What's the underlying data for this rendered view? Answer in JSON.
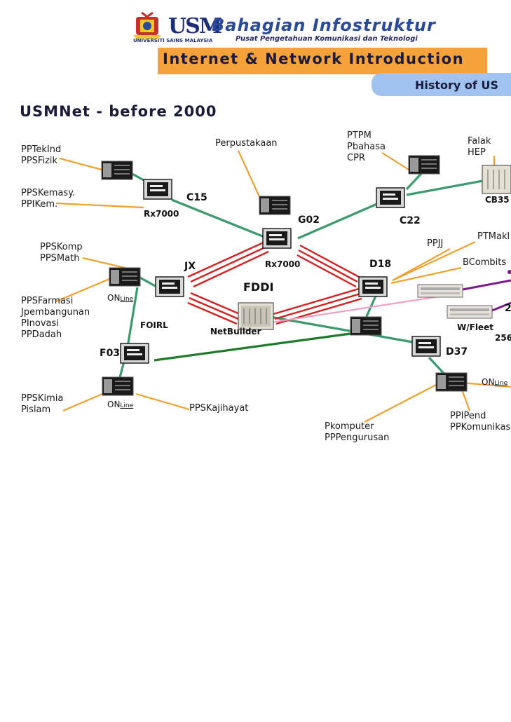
{
  "header": {
    "logo_usm": "USM",
    "logo_university": "UNIVERSITI SAINS MALAYSIA",
    "logo_bahagian": "Bahagian Infostruktur",
    "logo_pusat": "Pusat Pengetahuan Komunikasi dan Teknologi",
    "banner_title": "Internet & Network Introduction",
    "banner_subtitle": "History of US"
  },
  "slide": {
    "title": "USMNet - before 2000"
  },
  "colors": {
    "backbone_fddi": "#d42020",
    "link_green": "#3a9a6e",
    "link_dark_green": "#1f7a2a",
    "dept_line": "#f0a030",
    "link_pink": "#f0a0c8",
    "link_purple": "#7a1a8a",
    "banner_orange": "#f5a23a",
    "banner_blue": "#9fc2ee"
  },
  "nodes": {
    "c15": "C15",
    "rx7000_left": "Rx7000",
    "g02": "G02",
    "rx7000_center": "Rx7000",
    "c22": "C22",
    "cb35": "CB35",
    "jx": "JX",
    "fddi": "FDDI",
    "d18": "D18",
    "netbuilder": "NetBuilder",
    "foirl": "FOIRL",
    "f03": "F03",
    "d37": "D37",
    "wfleet": "W/Fleet",
    "n256": "256",
    "n2": "2"
  },
  "online": {
    "on": "ON",
    "line": "Line"
  },
  "departments": {
    "pptekind": "PPTekInd\nPPSFizik",
    "ppskemasy": "PPSKemasy.\nPPIKem.",
    "perpustakaan": "Perpustakaan",
    "ptpm": "PTPM\nPbahasa\nCPR",
    "falak": "Falak\nHEP",
    "ppskomp": "PPSKomp\nPPSMath",
    "ppjj": "PPJJ",
    "ptmakl": "PTMakl",
    "bcombits": "BCombits",
    "ppsfarmasi": "PPSFarmasi\nJpembangunan\nPInovasi\nPPDadah",
    "ppskimia": "PPSKimia\nPislam",
    "ppskajihayat": "PPSKajihayat",
    "pkomputer": "Pkomputer\nPPPengurusan",
    "ppipend": "PPIPend\nPPKomunikas"
  }
}
